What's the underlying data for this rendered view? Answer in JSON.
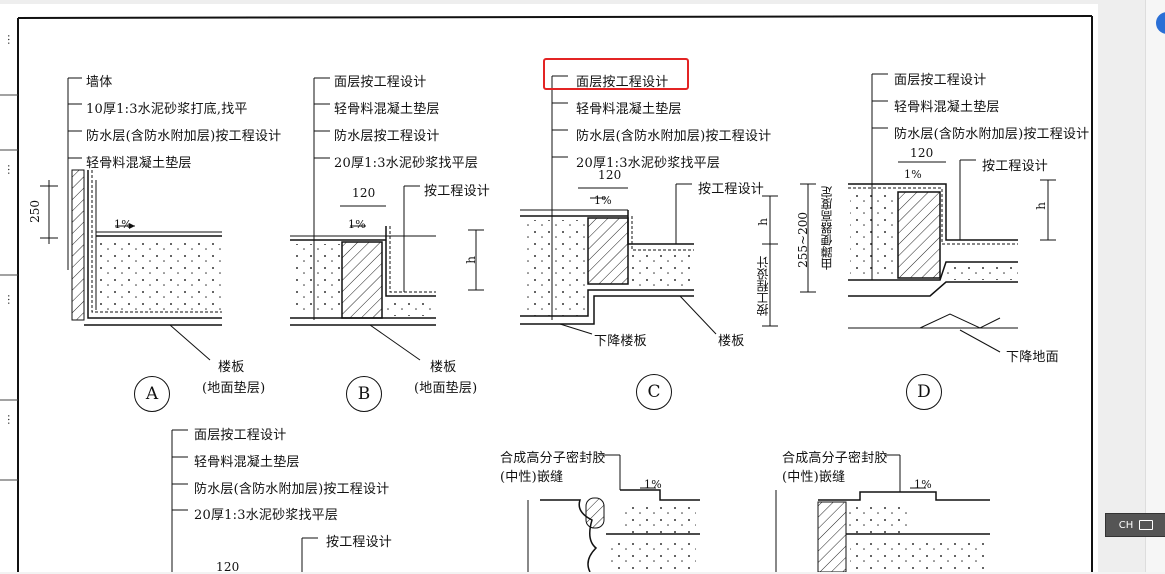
{
  "viewer": {
    "ime_label": "CH",
    "ime_icon": "keyboard-icon",
    "corner_icon": "blue-circle-icon"
  },
  "title_block": {
    "signatures": [
      "…",
      "…",
      "…",
      "…"
    ]
  },
  "details": {
    "A": {
      "circle": "A",
      "labels": [
        "墙体",
        "10厚1:3水泥砂浆打底,找平",
        "防水层(含防水附加层)按工程设计",
        "轻骨料混凝土垫层"
      ],
      "slope": "1%",
      "dim": "250",
      "bottom": [
        "楼板",
        "(地面垫层)"
      ]
    },
    "B": {
      "circle": "B",
      "labels": [
        "面层按工程设计",
        "轻骨料混凝土垫层",
        "防水层按工程设计",
        "20厚1:3水泥砂浆找平层"
      ],
      "side": "按工程设计",
      "dim_w": "120",
      "slope": "1%",
      "dim_h": "h",
      "bottom": [
        "楼板",
        "(地面垫层)"
      ]
    },
    "C": {
      "circle": "C",
      "labels": [
        "面层按工程设计",
        "轻骨料混凝土垫层",
        "防水层(含防水附加层)按工程设计",
        "20厚1:3水泥砂浆找平层"
      ],
      "side": "按工程设计",
      "dim_w": "120",
      "slope": "1%",
      "dim_h": "h",
      "vert": "按工程设计",
      "bottom_left": "下降楼板",
      "bottom_right": "楼板"
    },
    "D": {
      "circle": "D",
      "labels": [
        "面层按工程设计",
        "轻骨料混凝土垫层",
        "防水层(含防水附加层)按工程设计"
      ],
      "side": "按工程设计",
      "dim_w": "120",
      "slope": "1%",
      "dim_h": "h",
      "dim_v": "255~200",
      "vert": "由蹲便器高度定",
      "bottom": "下降地面"
    },
    "E": {
      "labels": [
        "面层按工程设计",
        "轻骨料混凝土垫层",
        "防水层(含防水附加层)按工程设计",
        "20厚1:3水泥砂浆找平层"
      ],
      "side": "按工程设计",
      "dim_w": "120"
    },
    "F": {
      "sealant": [
        "合成高分子密封胶",
        "(中性)嵌缝"
      ],
      "slope": "1%"
    },
    "G": {
      "sealant": [
        "合成高分子密封胶",
        "(中性)嵌缝"
      ],
      "slope": "1%"
    }
  }
}
